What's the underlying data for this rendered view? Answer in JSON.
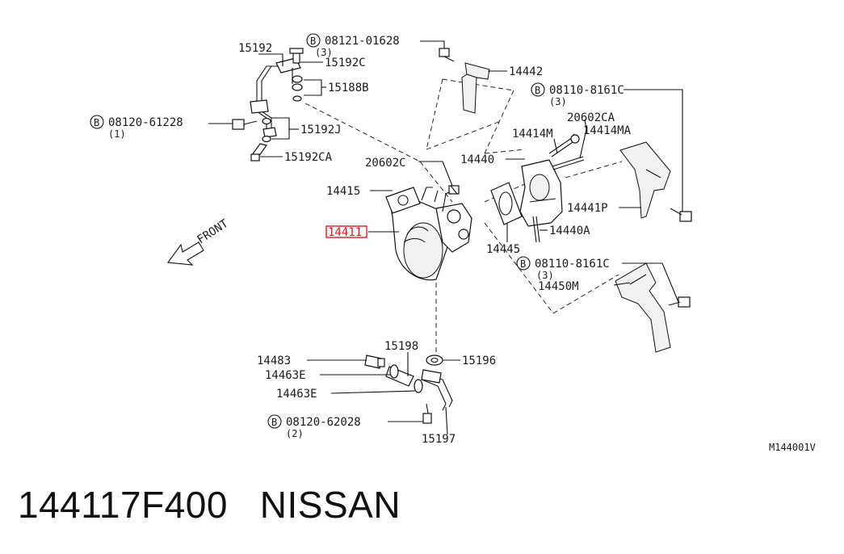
{
  "diagram": {
    "labels": {
      "p15192": "15192",
      "p15192C": "15192C",
      "p15188B": "15188B",
      "p15192J": "15192J",
      "p15192CA": "15192CA",
      "b08121": "08121-01628",
      "q08121": "(3)",
      "b08120_61228": "08120-61228",
      "q08120_61228": "(1)",
      "p14442": "14442",
      "b08110_top": "08110-8161C",
      "q08110_top": "(3)",
      "p20602CA": "20602CA",
      "p14414M": "14414M",
      "p14414MA": "14414MA",
      "p14440": "14440",
      "p20602C": "20602C",
      "p14415": "14415",
      "p14411": "14411",
      "p14441P": "14441P",
      "p14440A": "14440A",
      "p14445": "14445",
      "b08110_mid": "08110-8161C",
      "q08110_mid": "(3)",
      "p14450M": "14450M",
      "p15198": "15198",
      "p14483": "14483",
      "p15196": "15196",
      "p14463E_1": "14463E",
      "p14463E_2": "14463E",
      "b08120_62028": "08120-62028",
      "q08120_62028": "(2)",
      "p15197": "15197",
      "front": "FRONT",
      "diagram_code": "M144001V",
      "bolt_symbol": "B"
    },
    "highlight_color": "#e0191e"
  },
  "caption": {
    "part_number": "144117F400",
    "brand": "NISSAN"
  }
}
